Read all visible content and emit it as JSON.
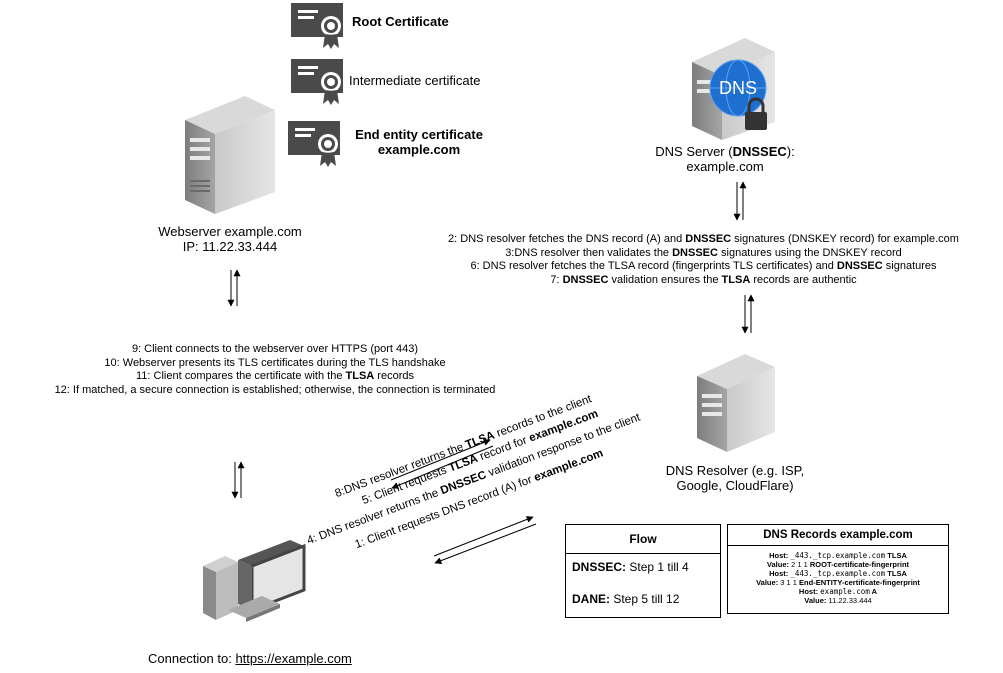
{
  "certificates": {
    "root": "Root Certificate",
    "intermediate": "Intermediate certificate",
    "end_entity_line1": "End entity certificate",
    "end_entity_line2": "example.com"
  },
  "webserver": {
    "name": "Webserver example.com",
    "ip": "IP: 11.22.33.444"
  },
  "dns_server": {
    "line1_prefix": "DNS Server (",
    "line1_bold": "DNSSEC",
    "line1_suffix": "):",
    "line2": "example.com",
    "globe_label": "DNS"
  },
  "dns_resolver": {
    "line1": "DNS Resolver (e.g. ISP,",
    "line2": "Google, CloudFlare)"
  },
  "client": {
    "caption_prefix": "Connection to: ",
    "caption_link": "https://example.com"
  },
  "dns_steps": {
    "s2_pre": "2: DNS resolver fetches the DNS record (A) and ",
    "s2_bold": "DNSSEC",
    "s2_post": " signatures (DNSKEY record) for example.com",
    "s3_pre": "3:DNS resolver then validates the ",
    "s3_bold": "DNSSEC",
    "s3_post": " signatures using the DNSKEY record",
    "s6_pre": "6: DNS resolver fetches the TLSA record (fingerprints TLS certificates) and ",
    "s6_bold": "DNSSEC",
    "s6_post": " signatures",
    "s7_pre": "7: ",
    "s7_bold1": "DNSSEC",
    "s7_mid": " validation ensures the ",
    "s7_bold2": "TLSA",
    "s7_post": " records are authentic"
  },
  "web_steps": {
    "s9": "9: Client connects to the webserver over HTTPS (port 443)",
    "s10": "10: Webserver presents its TLS certificates during the TLS handshake",
    "s11_pre": "11: Client compares the certificate with the ",
    "s11_bold": "TLSA",
    "s11_post": " records",
    "s12": "12: If matched, a secure connection is established; otherwise, the connection is terminated"
  },
  "diag_steps": {
    "s8_pre": "8:DNS resolver returns the ",
    "s8_bold": "TLSA",
    "s8_post": " records to the client",
    "s5_pre": "5: Client requests ",
    "s5_bold1": "TLSA",
    "s5_mid": " record for ",
    "s5_bold2": "example.com",
    "s4_pre": "4: DNS resolver returns the ",
    "s4_bold": "DNSSEC",
    "s4_post": " validation response to the client",
    "s1_pre": "1: Client requests DNS record (A) for ",
    "s1_bold": "example.com"
  },
  "flow_box": {
    "title": "Flow",
    "dnssec_label": "DNSSEC:",
    "dnssec_value": " Step 1 till 4",
    "dane_label": "DANE:",
    "dane_value": " Step 5 till 12"
  },
  "records_box": {
    "title": "DNS Records example.com",
    "r1_host_label": "Host: ",
    "r1_host": "_443._tcp.example.com",
    "r1_type": " TLSA",
    "r1_value_label": "Value: ",
    "r1_value_nums": "2 1 1 ",
    "r1_value": "ROOT-certificate-fingerprint",
    "r2_host_label": "Host: ",
    "r2_host": "_443._tcp.example.com",
    "r2_type": " TLSA",
    "r2_value_label": "Value: ",
    "r2_value_nums": "3 1 1 ",
    "r2_value": "End-ENTITY-certificate-fingerprint",
    "r3_host_label": "Host: ",
    "r3_host": "example.com",
    "r3_type": " A",
    "r3_value_label": "Value: ",
    "r3_value": "11.22.33.444"
  },
  "colors": {
    "server_body": "#8c8c8c",
    "server_dark": "#5a5a5a",
    "cert_dark": "#4a4a4a",
    "globe": "#1f6fd0"
  }
}
